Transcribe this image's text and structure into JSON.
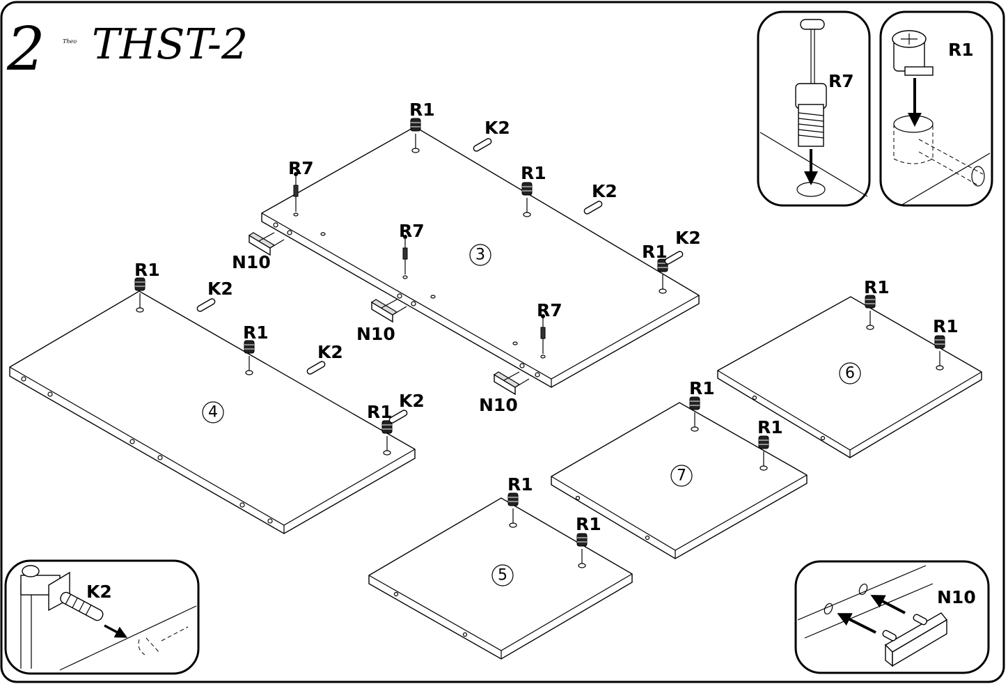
{
  "header": {
    "step_number": "2",
    "brand": "Theo",
    "model": "THST-2"
  },
  "parts": {
    "panel_3": "3",
    "panel_4": "4",
    "panel_5": "5",
    "panel_6": "6",
    "panel_7": "7"
  },
  "fittings": {
    "r1": "R1",
    "r7": "R7",
    "k2": "K2",
    "n10": "N10"
  },
  "insets": {
    "r7_label": "R7",
    "r1_label": "R1",
    "k2_label": "K2",
    "n10_label": "N10"
  }
}
